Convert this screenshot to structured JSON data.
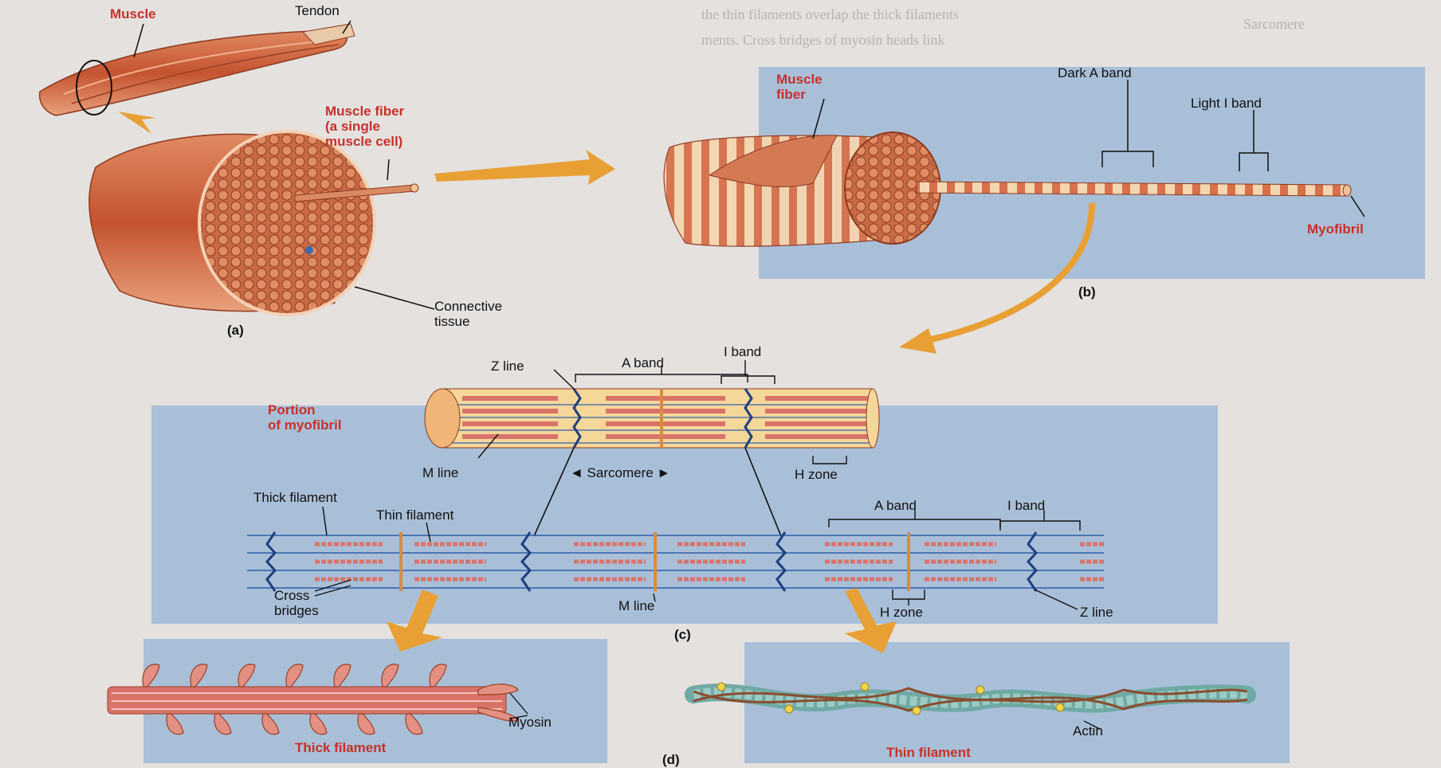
{
  "labels": {
    "muscle": "Muscle",
    "tendon": "Tendon",
    "muscle_fiber_single": "Muscle fiber\n(a single\nmuscle cell)",
    "connective_tissue": "Connective\ntissue",
    "panel_a": "(a)",
    "muscle_fiber": "Muscle\nfiber",
    "dark_a_band": "Dark A band",
    "light_i_band": "Light I band",
    "myofibril": "Myofibril",
    "panel_b": "(b)",
    "i_band_top": "I band",
    "a_band_top": "A band",
    "z_line_top": "Z line",
    "portion_of_myofibril": "Portion\nof myofibril",
    "m_line_top": "M line",
    "sarcomere": "◄ Sarcomere ►",
    "h_zone_top": "H zone",
    "thick_filament": "Thick filament",
    "thin_filament": "Thin filament",
    "a_band_right": "A band",
    "i_band_right": "I band",
    "cross_bridges": "Cross\nbridges",
    "m_line_bottom": "M line",
    "h_zone_bottom": "H zone",
    "z_line_bottom": "Z line",
    "panel_c": "(c)",
    "myosin": "Myosin",
    "thick_filament_caption": "Thick filament",
    "actin": "Actin",
    "thin_filament_caption": "Thin filament",
    "panel_d": "(d)"
  },
  "colors": {
    "panel_blue": "#a9bfd8",
    "muscle_red": "#c85a3c",
    "label_red": "#c8302a",
    "arrow_orange": "#e8a035",
    "filament_blue": "#2f5fa8",
    "myosin_pink": "#d9736a"
  }
}
